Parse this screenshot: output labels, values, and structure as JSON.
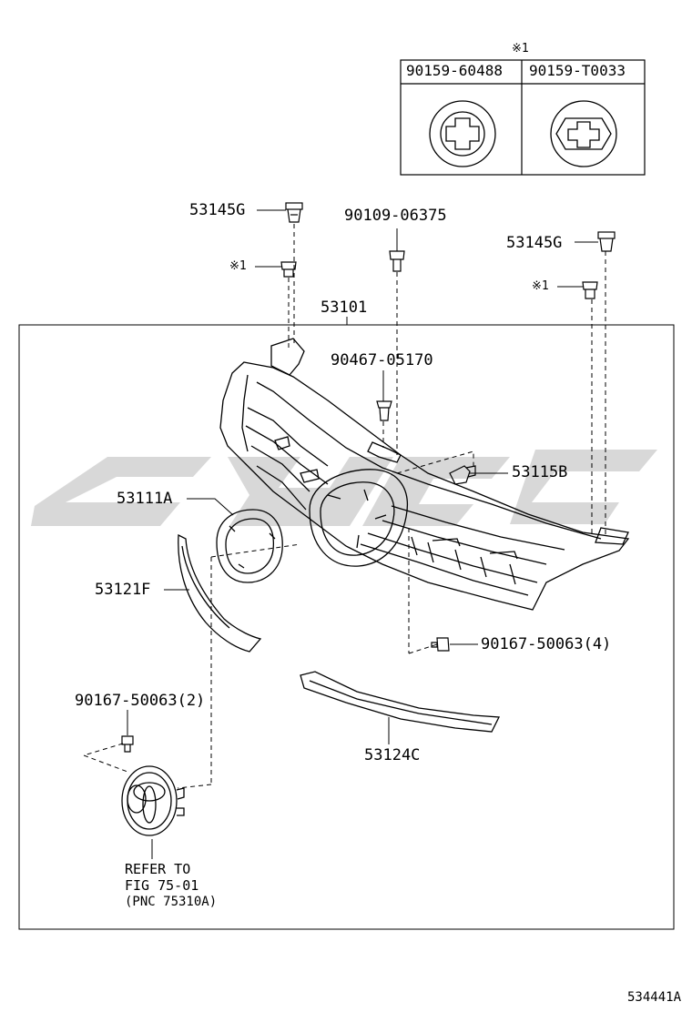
{
  "note_table": {
    "mark": "※1",
    "columns": [
      "90159-60488",
      "90159-T0033"
    ]
  },
  "labels": {
    "main_assy": "53101",
    "clip_left": "53145G",
    "clip_right": "53145G",
    "mark_left": "※1",
    "mark_right": "※1",
    "screw_top": "90109-06375",
    "clip_center": "90467-05170",
    "bracket": "53115B",
    "emblem_ring": "53111A",
    "moulding_left": "53121F",
    "screw_lower_right": "90167-50063(4)",
    "screw_lower_left": "90167-50063(2)",
    "moulding_lower": "53124C"
  },
  "refer": {
    "line1": "REFER TO",
    "line2": "FIG 75-01",
    "line3": "(PNC 75310A)"
  },
  "figure_number": "534441A",
  "watermark_color": "#d2d2d2"
}
